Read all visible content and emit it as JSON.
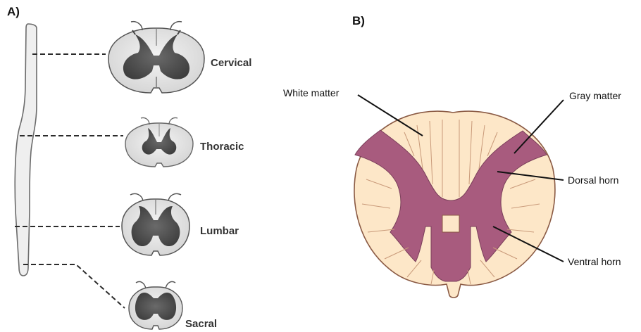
{
  "panel_a": {
    "letter": "A)",
    "segments": [
      {
        "label": "Cervical"
      },
      {
        "label": "Thoracic"
      },
      {
        "label": "Lumbar"
      },
      {
        "label": "Sacral"
      }
    ]
  },
  "panel_b": {
    "letter": "B)",
    "labels": {
      "white_matter": "White matter",
      "gray_matter": "Gray matter",
      "dorsal_horn": "Dorsal horn",
      "ventral_horn": "Ventral horn"
    }
  },
  "colors": {
    "cord_fill": "#efefef",
    "section_white": "#e6e6e6",
    "section_gray": "#5a5a5a",
    "b_white_matter": "#fde7c8",
    "b_gray_matter": "#a85b7e"
  }
}
